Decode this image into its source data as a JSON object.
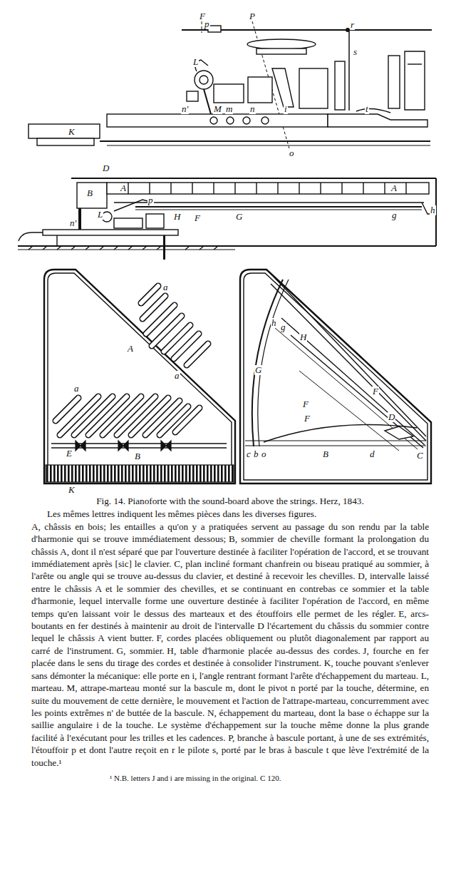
{
  "diagram": {
    "caption": "Fig. 14. Pianoforte with the sound-board above the strings. Herz, 1843.",
    "labels": [
      "F",
      "P",
      "p",
      "r",
      "L",
      "s",
      "M",
      "m",
      "n'",
      "n",
      "i",
      "t",
      "K",
      "o",
      "D",
      "B",
      "A",
      "A",
      "p",
      "L",
      "H",
      "F",
      "G",
      "g",
      "h",
      "n'",
      "a",
      "A",
      "a",
      "a",
      "E",
      "B",
      "K",
      "h",
      "g",
      "H",
      "G",
      "F",
      "F",
      "F",
      "D",
      "c",
      "b",
      "o",
      "B",
      "d",
      "C",
      "Les mêmes lettres indiquent les mêmes pièces dans les diverses figures.",
      "A, châssis en bois; les entailles a qu'on y a pratiquées servent au passage du son rendu par la table d'harmonie qui se trouve immédiatement dessous;",
      "B, sommier de cheville formant la prolongation du châssis A, dont il n'est séparé que par l'ouverture destinée à faciliter l'opération de l'accord, et se trouvant immédiatement après [sic] le clavier.",
      "C, plan incliné formant chanfrein ou biseau pratiqué au sommier, à l'arête ou angle qui se trouve au-dessus du clavier, et destiné à recevoir les chevilles.",
      "D, intervalle laissé entre le châssis A et le sommier des chevilles, et se continuant en contrebas ce sommier et la table d'harmonie, lequel intervalle forme une ouverture destinée à faciliter l'opération de l'accord, en même temps qu'en laissant voir le dessus des marteaux et des étouffoirs elle permet de les régler.",
      "E, arcs-boutants en fer destinés à maintenir au droit de l'intervalle D l'écartement du châssis du sommier contre lequel le châssis A vient butter.",
      "F, cordes placées obliquement ou plutôt diagonalement par rapport au carré de l'instrument.",
      "G, sommier.",
      "H, table d'harmonie placée au-dessus des cordes.",
      "J, fourche en fer placée dans le sens du tirage des cordes et destinée à consolider l'instrument.",
      "K, touche pouvant s'enlever sans démonter la mécanique: elle porte en i, l'angle rentrant formant l'arête d'échappement du marteau.",
      "L, marteau.",
      "M, attrape-marteau monté sur la bascule m, dont le pivot n porté par la touche, détermine, en suite du mouvement de cette dernière, le mouvement et l'action de l'attrape-marteau, concurremment avec les points extrêmes n' de buttée de la bascule.",
      "N, échappement du marteau, dont la base o échappe sur la saillie angulaire i de la touche. Le système d'échappement sur la touche même donne la plus grande facilité à l'exécutant pour les trilles et les cadences.",
      "P, branche à bascule portant, à une de ses extrémités, l'étouffoir p et dont l'autre reçoit en r le pilote s, porté par le bras à bascule t que lève l'extrémité de la touche.¹",
      "¹ N.B. letters J and i are missing in the original. C 120."
    ]
  }
}
